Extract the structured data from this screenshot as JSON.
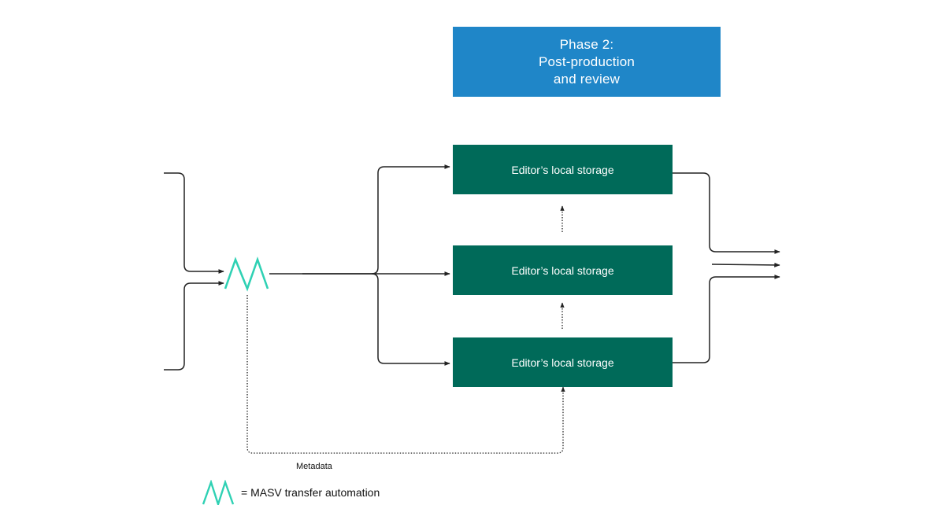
{
  "phase": {
    "line1": "Phase 2:",
    "line2": "Post-production",
    "line3": "and review"
  },
  "storage_nodes": [
    {
      "label": "Editor’s local storage"
    },
    {
      "label": "Editor’s local storage"
    },
    {
      "label": "Editor’s local storage"
    }
  ],
  "metadata_label": "Metadata",
  "legend": {
    "icon": "masv-logo-icon",
    "text": "= MASV transfer automation"
  },
  "colors": {
    "phase_box": "#1f86c8",
    "storage_box": "#006a59",
    "masv_icon": "#2fd1b4",
    "lines": "#222222"
  }
}
